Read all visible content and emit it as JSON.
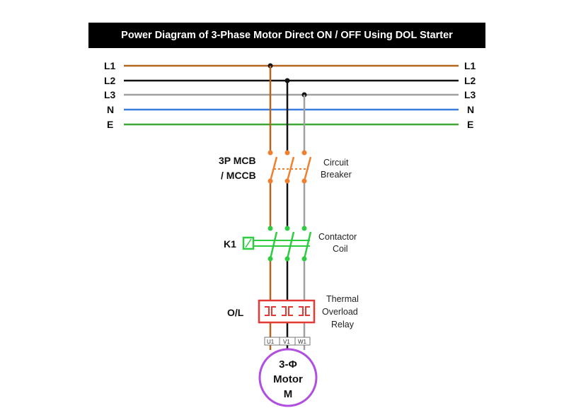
{
  "title": "Power Diagram of 3-Phase Motor Direct ON / OFF Using DOL Starter",
  "lines": [
    {
      "label": "L1",
      "color": "#b5651d"
    },
    {
      "label": "L2",
      "color": "#111111"
    },
    {
      "label": "L3",
      "color": "#a0a0a0"
    },
    {
      "label": "N",
      "color": "#3b7ddd"
    },
    {
      "label": "E",
      "color": "#3fa535"
    }
  ],
  "breaker": {
    "tag_line1": "3P MCB",
    "tag_line2": "/ MCCB",
    "desc_line1": "Circuit",
    "desc_line2": "Breaker",
    "color": "#f08030"
  },
  "contactor": {
    "tag": "K1",
    "desc_line1": "Contactor",
    "desc_line2": "Coil",
    "color": "#2ecc40"
  },
  "overload": {
    "tag": "O/L",
    "desc_line1": "Thermal",
    "desc_line2": "Overload",
    "desc_line3": "Relay",
    "color": "#e53935"
  },
  "terminals": [
    "U1",
    "V1",
    "W1"
  ],
  "motor": {
    "line1": "3-Φ",
    "line2": "Motor",
    "line3": "M",
    "color": "#b04fe0"
  }
}
